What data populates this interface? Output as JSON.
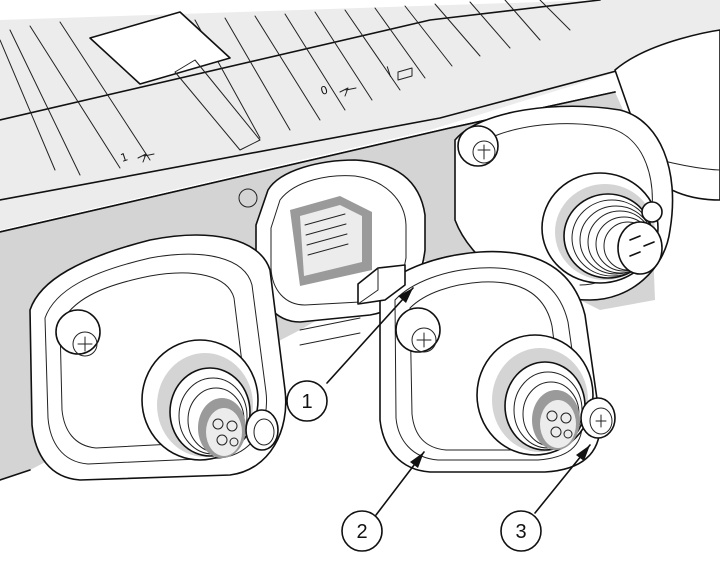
{
  "figure": {
    "port_labels": [
      "1",
      "0",
      "|"
    ],
    "callouts": [
      {
        "label": "1"
      },
      {
        "label": "2"
      },
      {
        "label": "3"
      }
    ]
  }
}
